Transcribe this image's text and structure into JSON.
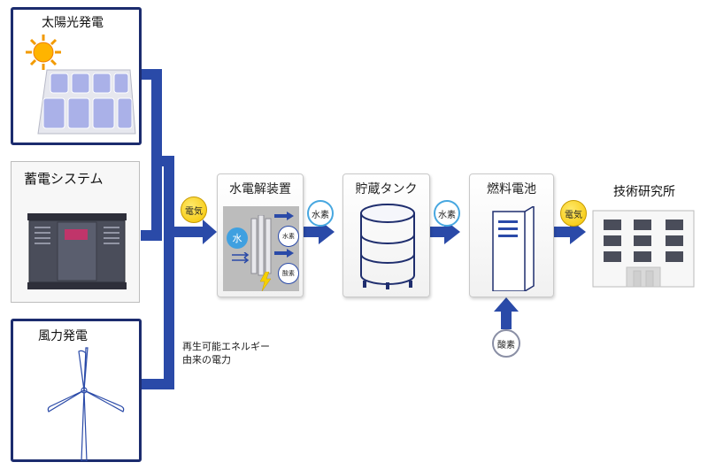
{
  "sources": {
    "solar": "太陽光発電",
    "storage": "蓄電システム",
    "wind": "風力発電"
  },
  "renewable_note": [
    "再生可能エネルギー",
    "由来の電力"
  ],
  "process": {
    "electrolyzer": {
      "title": "水電解装置",
      "water": "水",
      "hydrogen": "水素",
      "oxygen": "酸素"
    },
    "tank": {
      "title": "貯蔵タンク"
    },
    "fuel_cell": {
      "title": "燃料電池",
      "oxygen_input": "酸素"
    },
    "lab": {
      "title": "技術研究所"
    }
  },
  "badges": {
    "electricity_in": "電気",
    "hydrogen_1": "水素",
    "hydrogen_2": "水素",
    "electricity_out": "電気"
  },
  "colors": {
    "flow_arrow": "#2a4aa8",
    "source_border": "#1c2c6e",
    "badge_electric": "#f5c400",
    "badge_hydrogen": "#47a7e0"
  }
}
